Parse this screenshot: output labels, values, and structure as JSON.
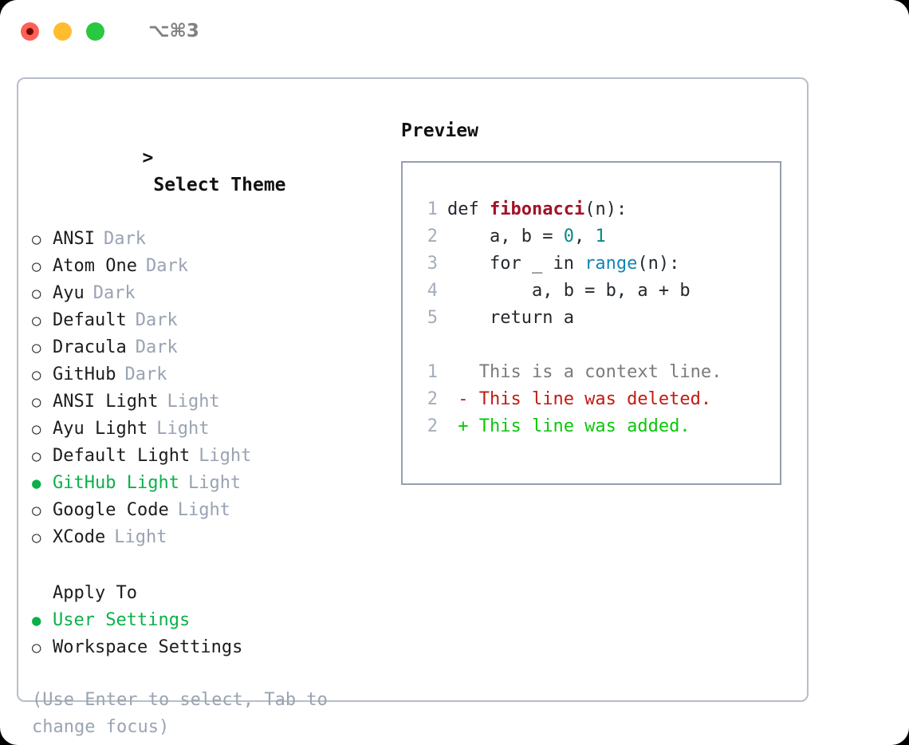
{
  "titlebar": {
    "shortcut": "⌥⌘3",
    "lights": [
      "close",
      "minimize",
      "zoom"
    ]
  },
  "theme_selector": {
    "heading_caret": ">",
    "heading": "Select Theme",
    "selected_bullet": "●",
    "unselected_bullet": "○",
    "items": [
      {
        "name": "ANSI",
        "variant": "Dark",
        "selected": false
      },
      {
        "name": "Atom One",
        "variant": "Dark",
        "selected": false
      },
      {
        "name": "Ayu",
        "variant": "Dark",
        "selected": false
      },
      {
        "name": "Default",
        "variant": "Dark",
        "selected": false
      },
      {
        "name": "Dracula",
        "variant": "Dark",
        "selected": false
      },
      {
        "name": "GitHub",
        "variant": "Dark",
        "selected": false
      },
      {
        "name": "ANSI Light",
        "variant": "Light",
        "selected": false
      },
      {
        "name": "Ayu Light",
        "variant": "Light",
        "selected": false
      },
      {
        "name": "Default Light",
        "variant": "Light",
        "selected": false
      },
      {
        "name": "GitHub Light",
        "variant": "Light",
        "selected": true
      },
      {
        "name": "Google Code",
        "variant": "Light",
        "selected": false
      },
      {
        "name": "XCode",
        "variant": "Light",
        "selected": false
      }
    ]
  },
  "apply_to": {
    "heading": "Apply To",
    "items": [
      {
        "label": "User Settings",
        "selected": true
      },
      {
        "label": "Workspace Settings",
        "selected": false
      }
    ]
  },
  "hint": "(Use Enter to select, Tab to change focus)",
  "preview": {
    "title": "Preview",
    "code_lines": [
      {
        "no": "1",
        "tokens": [
          {
            "t": "def ",
            "c": "plain"
          },
          {
            "t": "fibonacci",
            "c": "fn"
          },
          {
            "t": "(n):",
            "c": "plain"
          }
        ]
      },
      {
        "no": "2",
        "tokens": [
          {
            "t": "    a, b = ",
            "c": "plain"
          },
          {
            "t": "0",
            "c": "num"
          },
          {
            "t": ", ",
            "c": "plain"
          },
          {
            "t": "1",
            "c": "num"
          }
        ]
      },
      {
        "no": "3",
        "tokens": [
          {
            "t": "    for _ in ",
            "c": "plain"
          },
          {
            "t": "range",
            "c": "call"
          },
          {
            "t": "(n):",
            "c": "plain"
          }
        ]
      },
      {
        "no": "4",
        "tokens": [
          {
            "t": "        a, b = b, a + b",
            "c": "plain"
          }
        ]
      },
      {
        "no": "5",
        "tokens": [
          {
            "t": "    return a",
            "c": "plain"
          }
        ]
      }
    ],
    "diff_lines": [
      {
        "no": "1",
        "marker": " ",
        "text": "This is a context line.",
        "kind": "ctx"
      },
      {
        "no": "2",
        "marker": "-",
        "text": "This line was deleted.",
        "kind": "del"
      },
      {
        "no": "2",
        "marker": "+",
        "text": "This line was added.",
        "kind": "add"
      }
    ]
  },
  "colors": {
    "accent_green": "#0bb04a",
    "dim_text": "#99a3b3",
    "panel_border": "#b7bec9",
    "preview_border": "#94a0b0",
    "diff_add": "#0ac70a",
    "diff_del": "#c21a10",
    "token_function": "#a11226",
    "token_number": "#058a86",
    "token_call": "#1186b4"
  }
}
